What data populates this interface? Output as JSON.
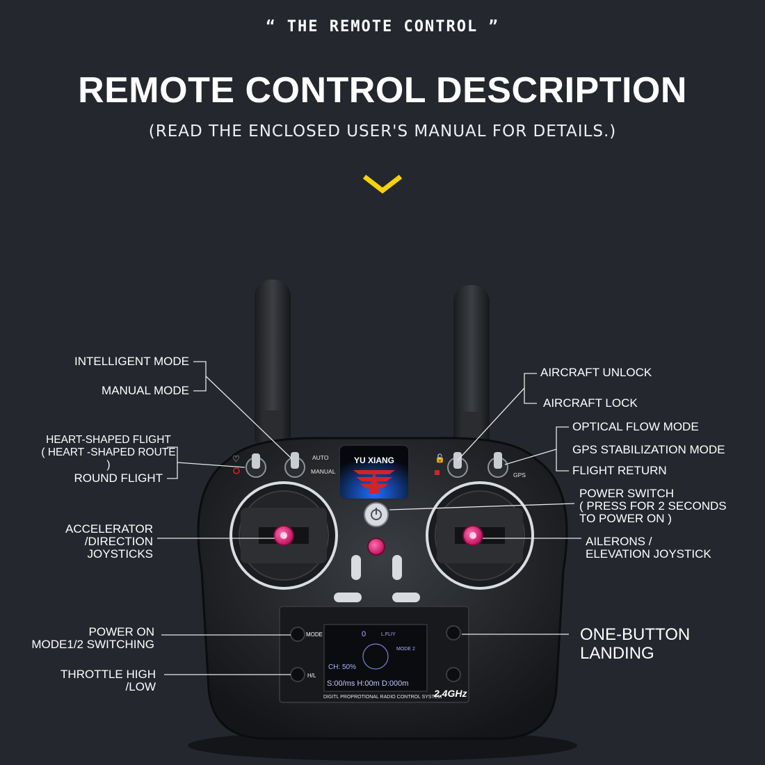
{
  "header": {
    "kicker": "“ THE REMOTE CONTROL ”",
    "title": "REMOTE CONTROL DESCRIPTION",
    "subtitle": "(READ THE ENCLOSED USER'S MANUAL FOR DETAILS.)"
  },
  "accent_color": "#f5d20a",
  "labels": {
    "intelligent_mode": "INTELLIGENT MODE",
    "manual_mode": "MANUAL MODE",
    "heart_flight": "HEART-SHAPED FLIGHT\n( HEART -SHAPED ROUTE )",
    "round_flight": "ROUND FLIGHT",
    "accelerator": "ACCELERATOR\n/DIRECTION\nJOYSTICKS",
    "power_on_mode": "POWER ON\nMODE1/2 SWITCHING",
    "throttle": "THROTTLE HIGH\n/LOW",
    "aircraft_unlock": "AIRCRAFT UNLOCK",
    "aircraft_lock": "AIRCRAFT LOCK",
    "optical_flow": "OPTICAL FLOW MODE",
    "gps_stabilization": "GPS STABILIZATION MODE",
    "flight_return": "FLIGHT RETURN",
    "power_switch": "POWER SWITCH\n ( PRESS FOR 2 SECONDS\nTO POWER ON )",
    "ailerons": "AILERONS /\nELEVATION JOYSTICK",
    "one_button_landing": "ONE-BUTTON\nLANDING"
  },
  "device": {
    "brand": "YU XIANG",
    "switch_auto": "AUTO",
    "switch_manual": "MANUAL",
    "gps_tag": "GPS",
    "mode_button": "MODE",
    "hl_button": "H/L",
    "frequency": "2.4GHz",
    "footer_text": "DIGITL PROPROTIONAL RADIO CONTROL SYSTEM",
    "screen": {
      "mode": "MODE 2",
      "flight": "L.FLIY",
      "center_digit": "0",
      "ch_line": "CH: 50%",
      "stats_line": "S:00/ms H:00m D:000m"
    }
  }
}
